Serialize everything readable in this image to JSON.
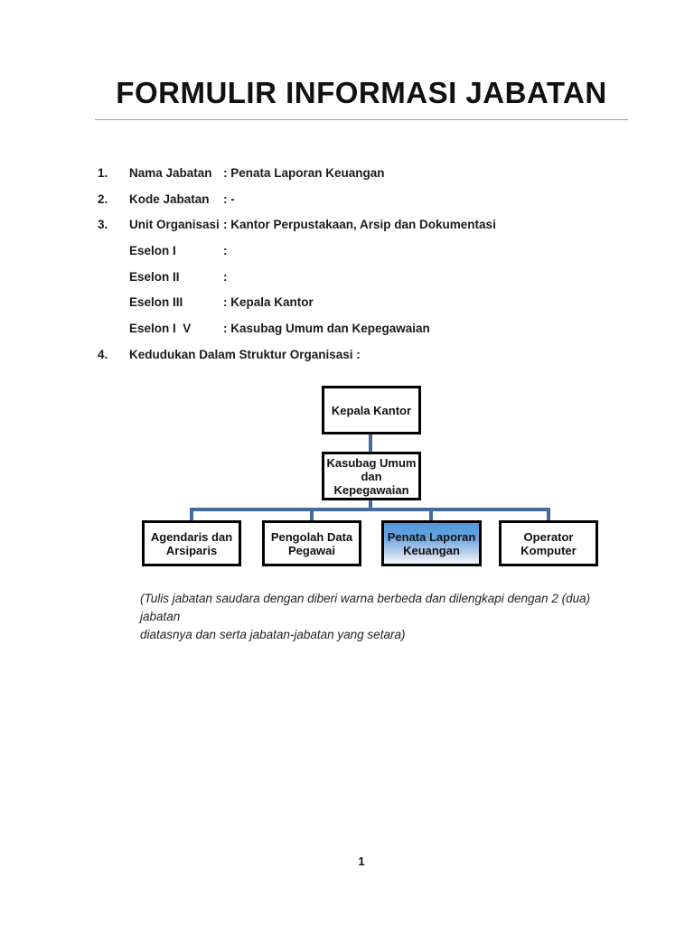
{
  "page": {
    "title": "FORMULIR INFORMASI JABATAN",
    "page_number": "1"
  },
  "form": {
    "rows": [
      {
        "no": "1.",
        "label": "Nama Jabatan",
        "value": ": Penata Laporan Keuangan"
      },
      {
        "no": "2.",
        "label": "Kode Jabatan",
        "value": ": -"
      },
      {
        "no": "3.",
        "label": "Unit Organisasi",
        "value": ": Kantor Perpustakaan, Arsip dan Dokumentasi"
      },
      {
        "no": "",
        "label": "Eselon I",
        "value": ":"
      },
      {
        "no": "",
        "label": "Eselon II",
        "value": ":"
      },
      {
        "no": "",
        "label": "Eselon III",
        "value": ": Kepala Kantor"
      },
      {
        "no": "",
        "label": "Eselon I  V",
        "value": ": Kasubag Umum dan Kepegawaian"
      },
      {
        "no": "4.",
        "label": "Kedudukan Dalam Struktur Organisasi :",
        "value": ""
      }
    ]
  },
  "org_chart": {
    "level1": {
      "lines": [
        "Kepala Kantor"
      ]
    },
    "level2": {
      "lines": [
        "Kasubag Umum",
        "dan",
        "Kepegawaian"
      ]
    },
    "level3": [
      {
        "lines": [
          "Agendaris dan",
          "Arsiparis"
        ],
        "highlighted": false
      },
      {
        "lines": [
          "Pengolah Data",
          "Pegawai"
        ],
        "highlighted": false
      },
      {
        "lines": [
          "Penata Laporan",
          "Keuangan"
        ],
        "highlighted": true
      },
      {
        "lines": [
          "Operator",
          "Komputer"
        ],
        "highlighted": false
      }
    ]
  },
  "note": {
    "line1": "(Tulis jabatan saudara dengan diberi warna berbeda dan dilengkapi dengan 2 (dua) jabatan",
    "line2": "diatasnya dan serta jabatan-jabatan yang setara)"
  },
  "colors": {
    "connector": "#44699f",
    "title_rule": "#8ba3c0",
    "box_border": "#000000",
    "highlight_gradient_top": "#4f96dc",
    "highlight_gradient_bottom": "#f4f7fb"
  }
}
